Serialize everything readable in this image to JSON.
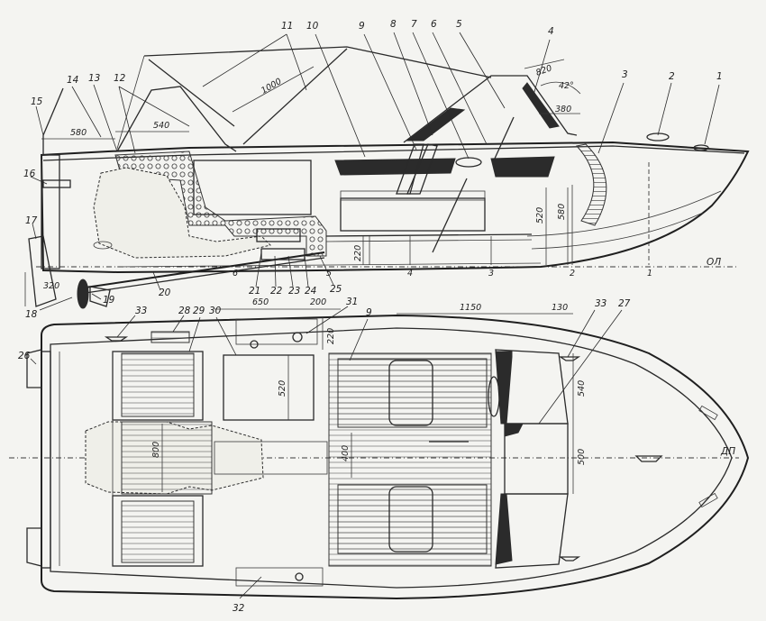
{
  "side_view": {
    "callouts": [
      "1",
      "2",
      "3",
      "4",
      "5",
      "6",
      "7",
      "8",
      "9",
      "10",
      "11",
      "12",
      "13",
      "14",
      "15",
      "16",
      "17",
      "18",
      "19",
      "20",
      "21",
      "22",
      "23",
      "24",
      "25"
    ],
    "baseline_label": "ОЛ",
    "station_marks": [
      "1",
      "2",
      "3",
      "4",
      "5",
      "6"
    ],
    "dimensions": {
      "d580": "580",
      "d540": "540",
      "d1000": "1000",
      "d820": "820",
      "d42": "42°",
      "d380": "380",
      "d520": "520",
      "d580b": "580",
      "d220": "220",
      "d320": "320"
    }
  },
  "plan_view": {
    "callouts": {
      "c33a": "33",
      "c28": "28",
      "c29": "29",
      "c30": "30",
      "c31": "31",
      "c9": "9",
      "c33b": "33",
      "c27": "27",
      "c26": "26",
      "c32": "32"
    },
    "centerline_label": "ДП",
    "dimensions": {
      "d650": "650",
      "d200": "200",
      "d220": "220",
      "d1150": "1150",
      "d130": "130",
      "d540": "540",
      "d500": "500",
      "d520": "520",
      "d800": "800",
      "d400": "400"
    }
  }
}
